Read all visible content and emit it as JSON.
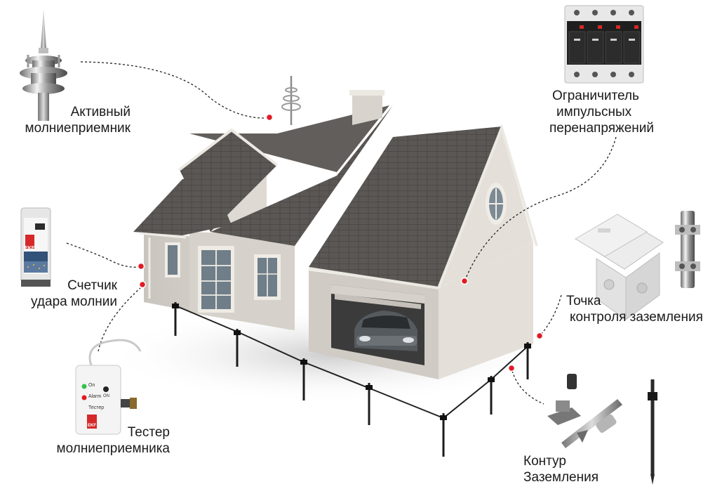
{
  "labels": {
    "active_rod": [
      "Активный",
      "молниеприемник"
    ],
    "spd": [
      "Ограничитель",
      "импульсных",
      "перенапряжений"
    ],
    "counter": [
      "Счетчик",
      "удара молнии"
    ],
    "tester": [
      "Тестер",
      "молниеприемника"
    ],
    "inspection": [
      "Точка",
      "контроля заземления"
    ],
    "ground_loop": [
      "Контур",
      "Заземления"
    ]
  },
  "device_texts": {
    "brand": "EKF",
    "tester_on": "On",
    "tester_alarm": "Alarm",
    "tester_title": "Тестер",
    "tester_btn": "ON"
  },
  "colors": {
    "marker": "#e01b24",
    "roof": "#5b5754",
    "wall": "#d9d5ce",
    "trim": "#efece6",
    "brand": "#d62828"
  }
}
